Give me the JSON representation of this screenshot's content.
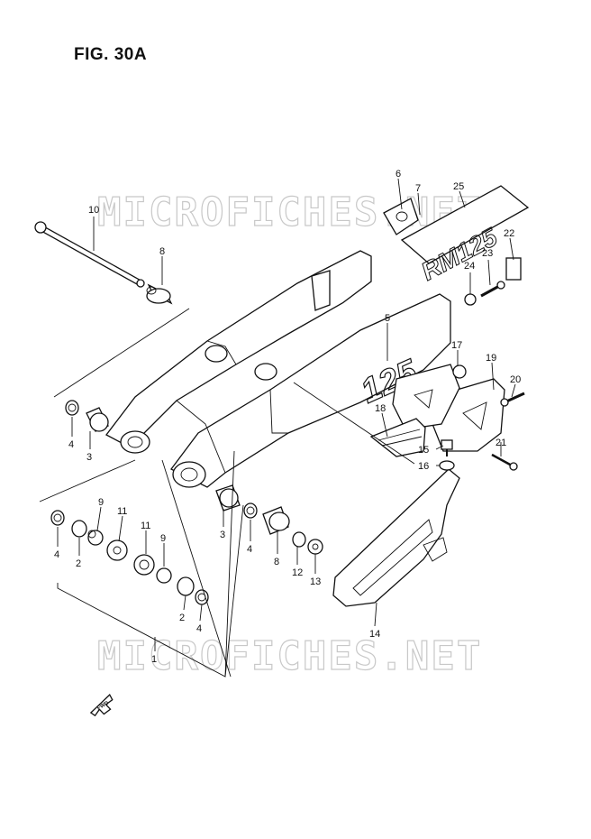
{
  "figure": {
    "title": "FIG. 30A"
  },
  "watermarks": [
    "MICROFICHES.NET",
    "MICROFICHES.NET"
  ],
  "decals": {
    "swingarm": "125",
    "sticker": "RM125"
  },
  "fwd_mark": "FWD",
  "callouts": [
    {
      "id": "c10",
      "text": "10"
    },
    {
      "id": "c8a",
      "text": "8"
    },
    {
      "id": "c6",
      "text": "6"
    },
    {
      "id": "c7",
      "text": "7"
    },
    {
      "id": "c25",
      "text": "25"
    },
    {
      "id": "c22",
      "text": "22"
    },
    {
      "id": "c23",
      "text": "23"
    },
    {
      "id": "c24",
      "text": "24"
    },
    {
      "id": "c5",
      "text": "5"
    },
    {
      "id": "c17",
      "text": "17"
    },
    {
      "id": "c19",
      "text": "19"
    },
    {
      "id": "c20",
      "text": "20"
    },
    {
      "id": "c18",
      "text": "18"
    },
    {
      "id": "c15",
      "text": "15"
    },
    {
      "id": "c16",
      "text": "16"
    },
    {
      "id": "c21",
      "text": "21"
    },
    {
      "id": "c4a",
      "text": "4"
    },
    {
      "id": "c3a",
      "text": "3"
    },
    {
      "id": "c9a",
      "text": "9"
    },
    {
      "id": "c11a",
      "text": "11"
    },
    {
      "id": "c4b",
      "text": "4"
    },
    {
      "id": "c2a",
      "text": "2"
    },
    {
      "id": "c11b",
      "text": "11"
    },
    {
      "id": "c9b",
      "text": "9"
    },
    {
      "id": "c3b",
      "text": "3"
    },
    {
      "id": "c4c",
      "text": "4"
    },
    {
      "id": "c8b",
      "text": "8"
    },
    {
      "id": "c12",
      "text": "12"
    },
    {
      "id": "c13",
      "text": "13"
    },
    {
      "id": "c2b",
      "text": "2"
    },
    {
      "id": "c4d",
      "text": "4"
    },
    {
      "id": "c14",
      "text": "14"
    },
    {
      "id": "c1",
      "text": "1"
    }
  ]
}
